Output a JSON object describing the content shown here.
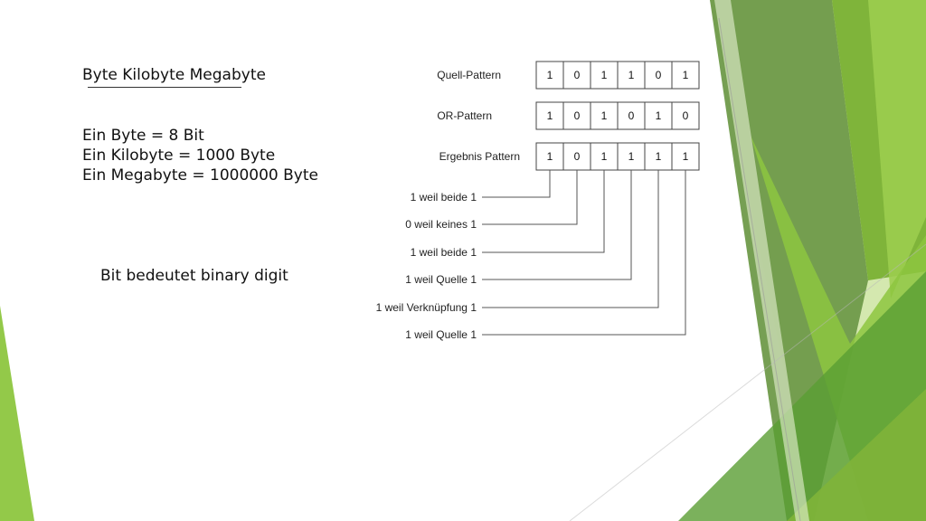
{
  "slide": {
    "heading": "Byte Kilobyte Megabyte",
    "facts": [
      "Ein Byte = 8 Bit",
      "Ein Kilobyte = 1000 Byte",
      "Ein Megabyte = 1000000 Byte"
    ],
    "bit_note": "Bit bedeutet binary digit"
  },
  "diagram": {
    "rows": [
      {
        "label": "Quell-Pattern",
        "bits": [
          "1",
          "0",
          "1",
          "1",
          "0",
          "1"
        ]
      },
      {
        "label": "OR-Pattern",
        "bits": [
          "1",
          "0",
          "1",
          "0",
          "1",
          "0"
        ]
      },
      {
        "label": "Ergebnis Pattern",
        "bits": [
          "1",
          "0",
          "1",
          "1",
          "1",
          "1"
        ]
      }
    ],
    "explanations": [
      "1 weil beide 1",
      "0 weil keines 1",
      "1 weil beide 1",
      "1 weil Quelle 1",
      "1 weil Verknüpfung 1",
      "1 weil Quelle 1"
    ]
  },
  "theme": {
    "accent_light": "#c5e08f",
    "accent_mid": "#8dc63f",
    "accent_dark": "#5a9e33",
    "accent_olive": "#6f9a4a"
  }
}
